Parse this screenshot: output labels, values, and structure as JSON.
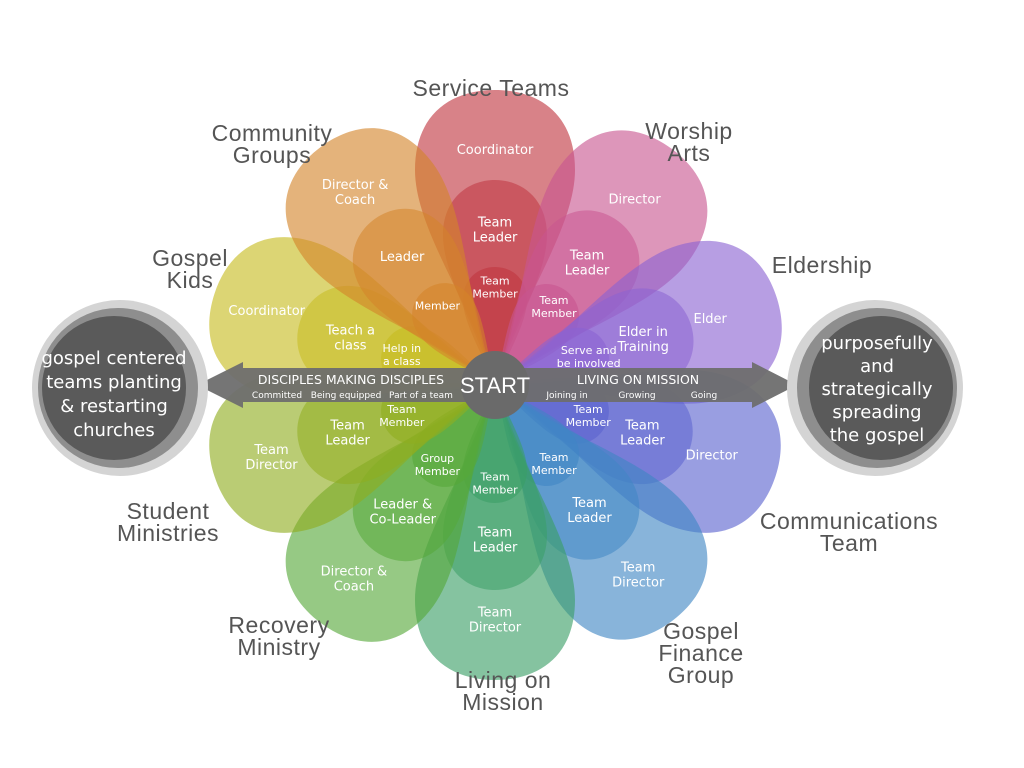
{
  "categories": {
    "service_teams": [
      "Service Teams"
    ],
    "worship_arts": [
      "Worship",
      "Arts"
    ],
    "eldership": [
      "Eldership"
    ],
    "communications": [
      "Communications",
      "Team"
    ],
    "gospel_finance": [
      "Gospel",
      "Finance",
      "Group"
    ],
    "living_on_mission": [
      "Living on",
      "Mission"
    ],
    "recovery": [
      "Recovery",
      "Ministry"
    ],
    "student": [
      "Student",
      "Ministries"
    ],
    "gospel_kids": [
      "Gospel",
      "Kids"
    ],
    "community_groups": [
      "Community",
      "Groups"
    ]
  },
  "petals": {
    "service": {
      "outer": [
        "Coordinator"
      ],
      "mid": [
        "Team",
        "Leader"
      ],
      "inner": [
        "Team",
        "Member"
      ]
    },
    "worship": {
      "outer": [
        "Director"
      ],
      "mid": [
        "Team",
        "Leader"
      ],
      "inner": [
        "Team",
        "Member"
      ]
    },
    "elder": {
      "outer": [
        "Elder"
      ],
      "mid": [
        "Elder in",
        "Training"
      ],
      "inner": [
        "Serve and",
        "be involved"
      ]
    },
    "comms": {
      "outer": [
        "Director"
      ],
      "mid": [
        "Team",
        "Leader"
      ],
      "inner": [
        "Team",
        "Member"
      ]
    },
    "finance": {
      "outer": [
        "Team",
        "Director"
      ],
      "mid": [
        "Team",
        "Leader"
      ],
      "inner": [
        "Team",
        "Member"
      ]
    },
    "lom": {
      "outer": [
        "Team",
        "Director"
      ],
      "mid": [
        "Team",
        "Leader"
      ],
      "inner": [
        "Team",
        "Member"
      ]
    },
    "recovery": {
      "outer": [
        "Director &",
        "Coach"
      ],
      "mid": [
        "Leader &",
        "Co-Leader"
      ],
      "inner": [
        "Group",
        "Member"
      ]
    },
    "student": {
      "outer": [
        "Team",
        "Director"
      ],
      "mid": [
        "Team",
        "Leader"
      ],
      "inner": [
        "Team",
        "Member"
      ]
    },
    "kids": {
      "outer": [
        "Coordinator"
      ],
      "mid": [
        "Teach a",
        "class"
      ],
      "inner": [
        "Help in",
        "a class"
      ]
    },
    "community": {
      "outer": [
        "Director &",
        "Coach"
      ],
      "mid": [
        "Leader"
      ],
      "inner": [
        "Member"
      ]
    }
  },
  "center": {
    "start": "START"
  },
  "left_bar": {
    "heading": "DISCIPLES MAKING DISCIPLES",
    "stages": [
      "Committed",
      "Being equipped",
      "Part of a team"
    ]
  },
  "right_bar": {
    "heading": "LIVING ON MISSION",
    "stages": [
      "Joining in",
      "Growing",
      "Going"
    ]
  },
  "left_bubble": {
    "lines": [
      "gospel centered",
      "teams planting",
      "& restarting",
      "churches"
    ]
  },
  "right_bubble": {
    "lines": [
      "purposefully",
      "and",
      "strategically",
      "spreading",
      "the gospel"
    ]
  },
  "colors": {
    "service": "#c0353f",
    "worship": "#c8558f",
    "elder": "#8a63d2",
    "comms": "#5b62cf",
    "finance": "#3f86c4",
    "lom": "#3a9e66",
    "recovery": "#56a839",
    "student": "#8fad1f",
    "kids": "#c6bb1f",
    "community": "#d3842a",
    "bar": "#6e6e6e",
    "bubble": "#5a5a5a",
    "category_text": "#555555"
  }
}
